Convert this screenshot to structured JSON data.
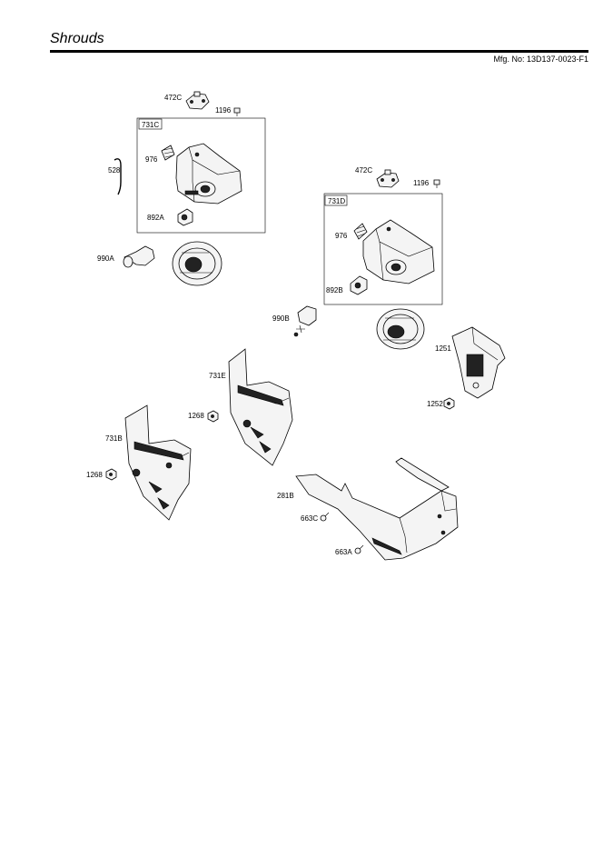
{
  "header": {
    "title": "Shrouds",
    "mfg_number": "Mfg. No: 13D137-0023-F1"
  },
  "callouts": {
    "p472c_a": "472C",
    "p1196_a": "1196",
    "p731c": "731C",
    "p976_a": "976",
    "p528": "528",
    "p892a": "892A",
    "p990a": "990A",
    "p472c_b": "472C",
    "p1196_b": "1196",
    "p731d": "731D",
    "p976_b": "976",
    "p892b": "892B",
    "p990b": "990B",
    "p1251": "1251",
    "p731e": "731E",
    "p1252": "1252",
    "p1268_a": "1268",
    "p731b": "731B",
    "p1268_b": "1268",
    "p281b": "281B",
    "p663c": "663C",
    "p663a": "663A"
  }
}
